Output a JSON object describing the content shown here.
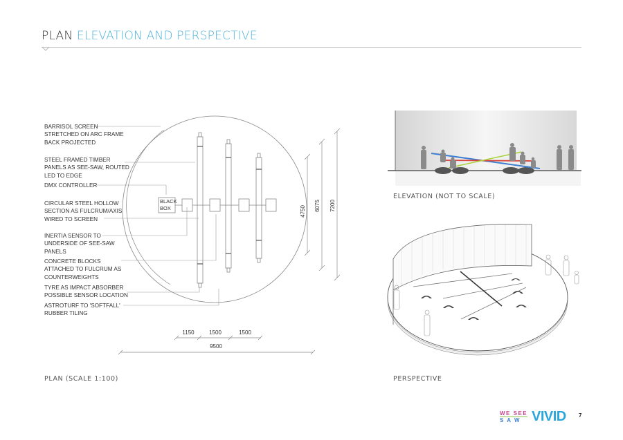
{
  "header": {
    "title_plain": "PLAN",
    "title_accent": "ELEVATION AND PERSPECTIVE",
    "accent_color": "#4fb3d9"
  },
  "plan": {
    "annotations": [
      {
        "text": "BARRISOL SCREEN\nSTRETCHED ON ARC FRAME\nBACK PROJECTED"
      },
      {
        "text": "STEEL FRAMED TIMBER\nPANELS AS SEE-SAW, ROUTED\nLED TO EDGE"
      },
      {
        "text": "DMX CONTROLLER"
      },
      {
        "text": "CIRCULAR STEEL HOLLOW\nSECTION AS FULCRUM/AXIS\nWIRED TO SCREEN"
      },
      {
        "text": "INERTIA SENSOR TO\nUNDERSIDE OF SEE-SAW\nPANELS"
      },
      {
        "text": "CONCRETE BLOCKS\nATTACHED TO FULCRUM AS\nCOUNTERWEIGHTS"
      },
      {
        "text": "TYRE AS IMPACT ABSORBER\nPOSSIBLE SENSOR LOCATION"
      },
      {
        "text": "ASTROTURF TO 'SOFTFALL'\nRUBBER TILING"
      }
    ],
    "black_box_label": "BLACK\nBOX",
    "dimensions": {
      "vertical": [
        "4750",
        "6075",
        "7200"
      ],
      "horizontal_segments": [
        "1150",
        "1500",
        "1500"
      ],
      "overall_width": "9500"
    },
    "caption": "PLAN (SCALE 1:100)"
  },
  "elevation": {
    "caption": "ELEVATION (NOT TO SCALE)",
    "beam_colors": {
      "blue": "#3f7fcf",
      "red": "#d9443a",
      "green": "#a8d43a"
    }
  },
  "perspective": {
    "caption": "PERSPECTIVE"
  },
  "footer": {
    "logo_wesee_line1": "WE SEE",
    "logo_wesee_line2": "S A W",
    "logo_vivid": "VIVID",
    "page_number": "7"
  }
}
